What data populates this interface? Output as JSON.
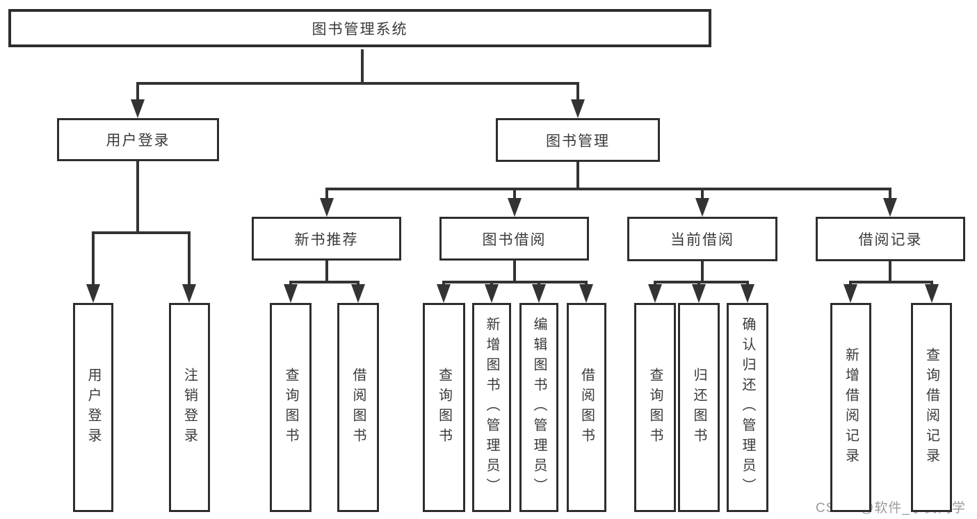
{
  "diagram": {
    "title": "图书管理系统",
    "nodes": [
      {
        "id": "root",
        "label": "图书管理系统",
        "parent": null
      },
      {
        "id": "user-login",
        "label": "用户登录",
        "parent": "root"
      },
      {
        "id": "book-management",
        "label": "图书管理",
        "parent": "root"
      },
      {
        "id": "new-book-recommend",
        "label": "新书推荐",
        "parent": "book-management"
      },
      {
        "id": "book-borrowing",
        "label": "图书借阅",
        "parent": "book-management"
      },
      {
        "id": "current-borrowing",
        "label": "当前借阅",
        "parent": "book-management"
      },
      {
        "id": "borrowing-records",
        "label": "借阅记录",
        "parent": "book-management"
      },
      {
        "id": "leaf-user-login",
        "label": "用户登录",
        "parent": "user-login"
      },
      {
        "id": "leaf-logout",
        "label": "注销登录",
        "parent": "user-login"
      },
      {
        "id": "leaf-query-books-1",
        "label": "查询图书",
        "parent": "new-book-recommend"
      },
      {
        "id": "leaf-borrow-books-1",
        "label": "借阅图书",
        "parent": "new-book-recommend"
      },
      {
        "id": "leaf-query-books-2",
        "label": "查询图书",
        "parent": "book-borrowing"
      },
      {
        "id": "leaf-add-books-admin",
        "label": "新增图书（管理员）",
        "parent": "book-borrowing"
      },
      {
        "id": "leaf-edit-books-admin",
        "label": "编辑图书（管理员）",
        "parent": "book-borrowing"
      },
      {
        "id": "leaf-borrow-books-2",
        "label": "借阅图书",
        "parent": "book-borrowing"
      },
      {
        "id": "leaf-query-books-3",
        "label": "查询图书",
        "parent": "current-borrowing"
      },
      {
        "id": "leaf-return-books",
        "label": "归还图书",
        "parent": "current-borrowing"
      },
      {
        "id": "leaf-confirm-return-admin",
        "label": "确认归还（管理员）",
        "parent": "current-borrowing"
      },
      {
        "id": "leaf-add-borrow-record",
        "label": "新增借阅记录",
        "parent": "borrowing-records"
      },
      {
        "id": "leaf-query-borrow-record",
        "label": "查询借阅记录",
        "parent": "borrowing-records"
      }
    ]
  },
  "watermark": {
    "text": "CSDN @软件_小贺同学"
  },
  "colors": {
    "line": "#333333",
    "box_border": "#2e2e2e",
    "box_background": "#ffffff",
    "text": "#3a3a3a",
    "watermark": "#9b9b9b"
  }
}
